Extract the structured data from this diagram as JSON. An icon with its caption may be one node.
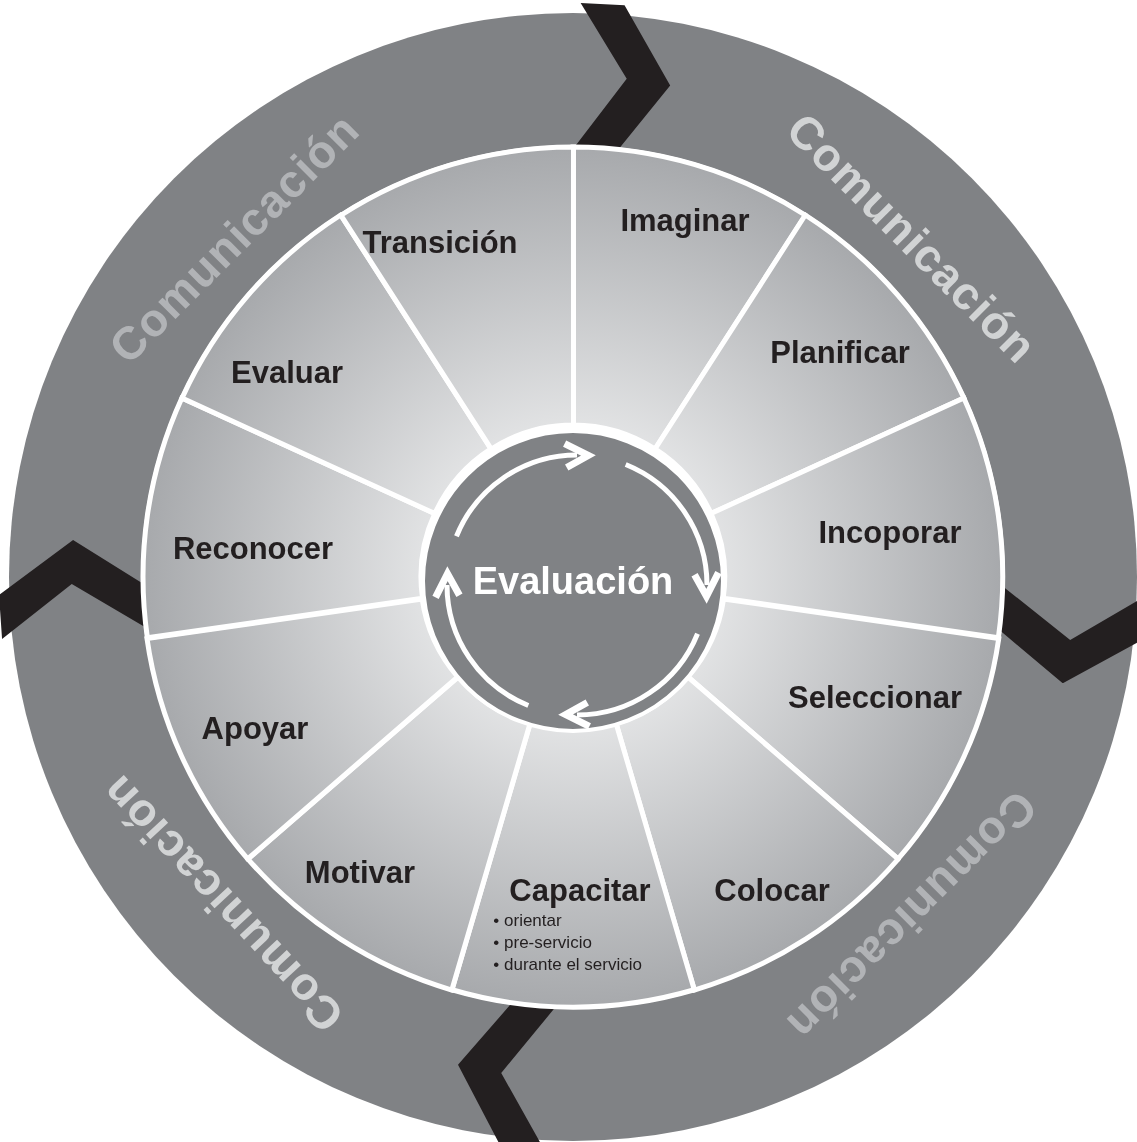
{
  "diagram": {
    "nodes": [
      {
        "text": [
          "Imaginar"
        ]
      },
      {
        "text": [
          "Planificar"
        ]
      },
      {
        "text": [
          "Incoporar"
        ]
      },
      {
        "text": [
          "Seleccionar"
        ]
      },
      {
        "text": [
          "Colocar"
        ]
      },
      {
        "text": [
          "Capacitar",
          "• orientar",
          "• pre-servicio",
          "• durante el servicio"
        ]
      },
      {
        "text": [
          "Motivar"
        ]
      },
      {
        "text": [
          "Apoyar"
        ]
      },
      {
        "text": [
          "Reconocer"
        ]
      },
      {
        "text": [
          "Evaluar"
        ]
      },
      {
        "text": [
          "Transición"
        ]
      },
      {
        "text": [
          "Evaluación"
        ]
      }
    ],
    "labels": [
      "Comunicación",
      "Comunicación",
      "Comunicación",
      "Comunicación"
    ]
  }
}
